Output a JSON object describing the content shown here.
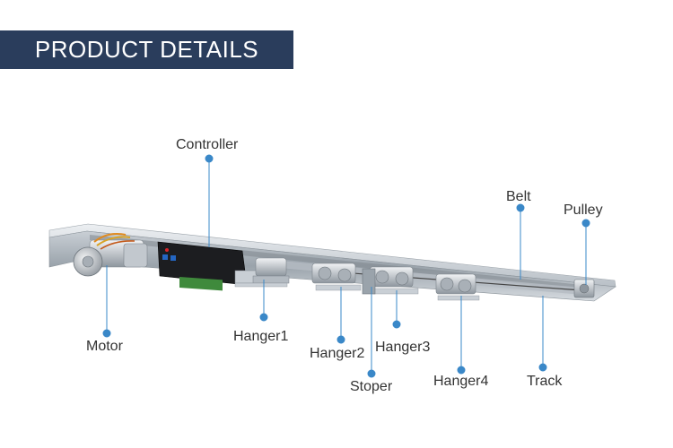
{
  "header": {
    "title": "PRODUCT DETAILS"
  },
  "accent_color": "#2a3d5c",
  "callout_color": "#3a88c8",
  "callouts": {
    "controller": "Controller",
    "belt": "Belt",
    "pulley": "Pulley",
    "motor": "Motor",
    "hanger1": "Hanger1",
    "hanger2": "Hanger2",
    "hanger3": "Hanger3",
    "stoper": "Stoper",
    "hanger4": "Hanger4",
    "track": "Track"
  }
}
